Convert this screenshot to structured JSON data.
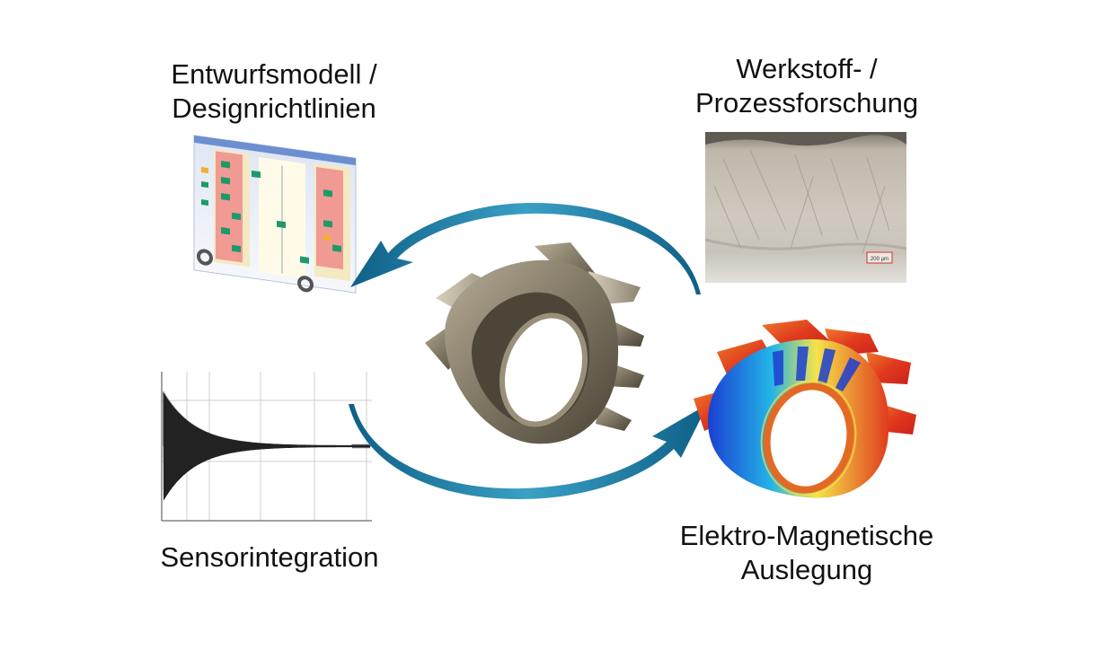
{
  "labels": {
    "design": {
      "line1": "Entwurfsmodell /",
      "line2": "Designrichtlinien"
    },
    "material": {
      "line1": "Werkstoff- /",
      "line2": "Prozessforschung"
    },
    "sensor": {
      "line1": "Sensorintegration"
    },
    "em": {
      "line1": "Elektro-Magnetische",
      "line2": "Auslegung"
    }
  },
  "micrograph": {
    "scale_bar_label": "200 µm"
  },
  "colors": {
    "arrow_light": "#3aa0c4",
    "arrow_dark": "#0e5f86",
    "metal": "#8a8070",
    "heat_red": "#e03a1e",
    "heat_blue": "#1b3fd1",
    "design_red": "#f19a94",
    "design_green": "#1e9a6a"
  },
  "icons": {
    "cycle": "circular-arrows-icon",
    "part": "additive-rotor-part-icon"
  }
}
